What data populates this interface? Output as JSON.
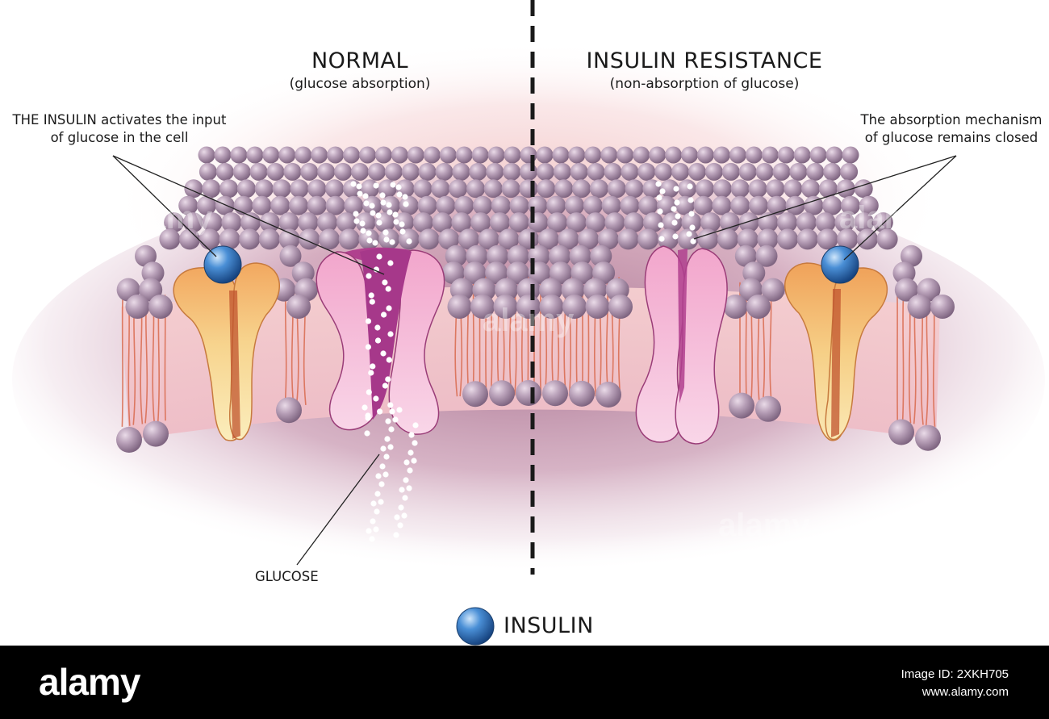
{
  "normal": {
    "title": "NORMAL",
    "subtitle": "(glucose absorption)",
    "note_line1": "THE INSULIN activates the input",
    "note_line2": "of glucose in the cell",
    "glucose_label": "GLUCOSE"
  },
  "resistance": {
    "title": "INSULIN RESISTANCE",
    "subtitle": "(non-absorption of glucose)",
    "note_line1": "The absorption mechanism",
    "note_line2": "of glucose remains closed"
  },
  "legend": {
    "label": "INSULIN",
    "icon": "insulin-molecule-icon"
  },
  "watermark": {
    "logo": "alamy",
    "image_id": "Image ID: 2XKH705",
    "site": "www.alamy.com"
  },
  "colors": {
    "lipid_head": "#b59bb3",
    "lipid_tail": "#d86a4e",
    "receptor": "#f4c070",
    "glucose_channel": "#ec96c0",
    "channel_interior": "#a6388a",
    "insulin": "#2a6fb6",
    "background_glow": "#cf9bb0"
  }
}
